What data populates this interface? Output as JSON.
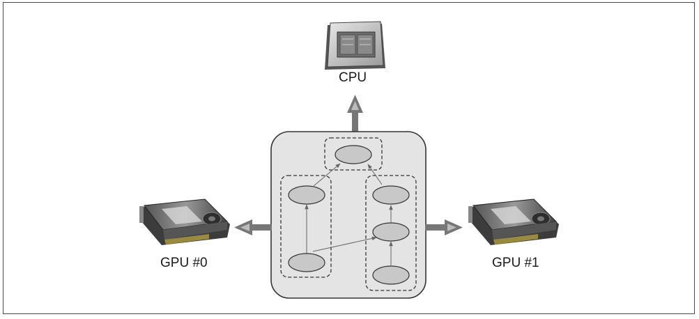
{
  "labels": {
    "cpu": "CPU",
    "gpu0": "GPU #0",
    "gpu1": "GPU #1"
  },
  "icons": {
    "cpu": "cpu-chip-icon",
    "gpu0": "graphics-card-icon",
    "gpu1": "graphics-card-icon"
  },
  "colors": {
    "container_fill": "#e4e4e4",
    "node_fill": "#c8c8c8",
    "arrow": "#777777",
    "stroke": "#333333"
  }
}
